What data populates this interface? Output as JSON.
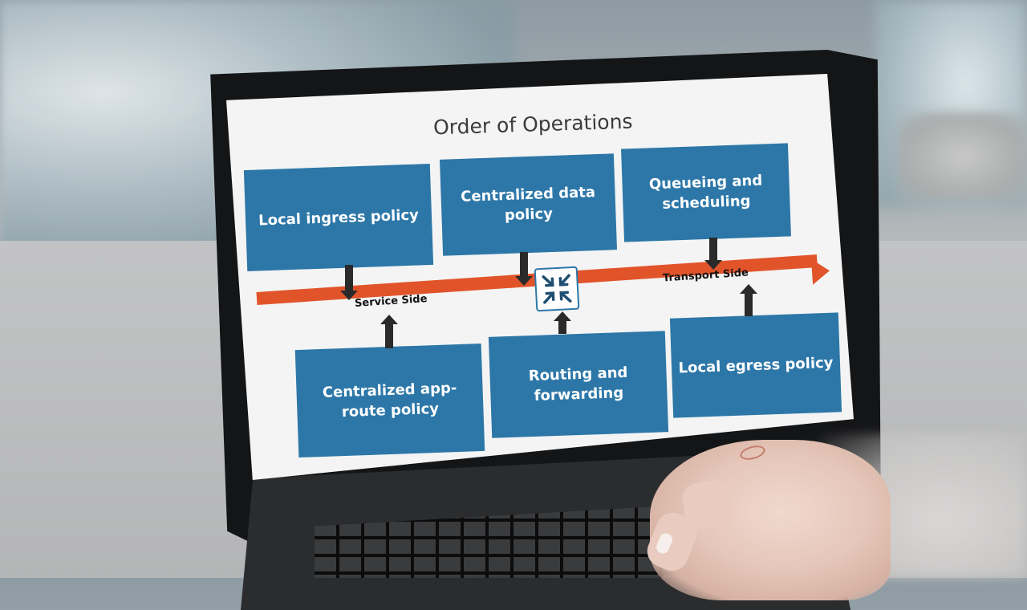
{
  "slide": {
    "title": "Order of Operations",
    "boxes": {
      "local_ingress": "Local ingress policy",
      "centralized_data": "Centralized data policy",
      "queueing": "Queueing and scheduling",
      "centralized_app_route": "Centralized app-route policy",
      "routing_forwarding": "Routing and forwarding",
      "local_egress": "Local egress policy"
    },
    "service_side_label": "Service Side",
    "transport_side_label": "Transport Side"
  },
  "colors": {
    "box_blue": "#2d77a8",
    "arrow_orange": "#e1542a"
  },
  "icons": {
    "router": "router-icon"
  }
}
